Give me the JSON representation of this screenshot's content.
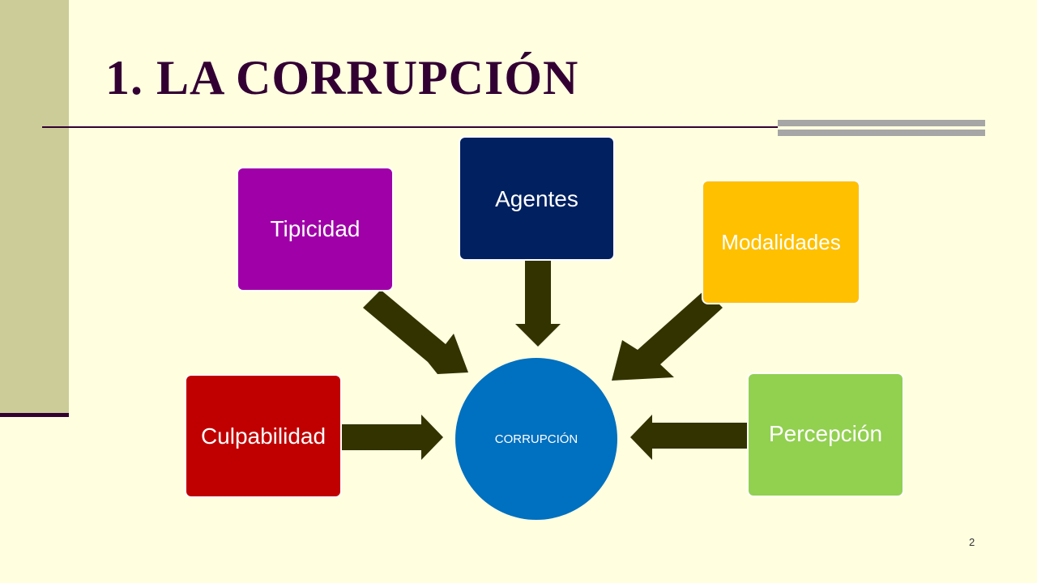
{
  "slide": {
    "title": "1. LA CORRUPCIÓN",
    "page_number": "2"
  },
  "diagram": {
    "center": {
      "label": "CORRUPCIÓN",
      "color": "#0070c0"
    },
    "nodes": [
      {
        "id": "culpabilidad",
        "label": "Culpabilidad",
        "color": "#c00000"
      },
      {
        "id": "tipicidad",
        "label": "Tipicidad",
        "color": "#a000a8"
      },
      {
        "id": "agentes",
        "label": "Agentes",
        "color": "#002060"
      },
      {
        "id": "modalidades",
        "label": "Modalidades",
        "color": "#ffc000"
      },
      {
        "id": "percepcion",
        "label": "Percepción",
        "color": "#92d050"
      }
    ],
    "arrow_color": "#333300"
  },
  "theme": {
    "background": "#ffffe0",
    "title_color": "#330033",
    "side_bar_color": "#cccc99",
    "accent_gray": "#a6a6a6"
  }
}
